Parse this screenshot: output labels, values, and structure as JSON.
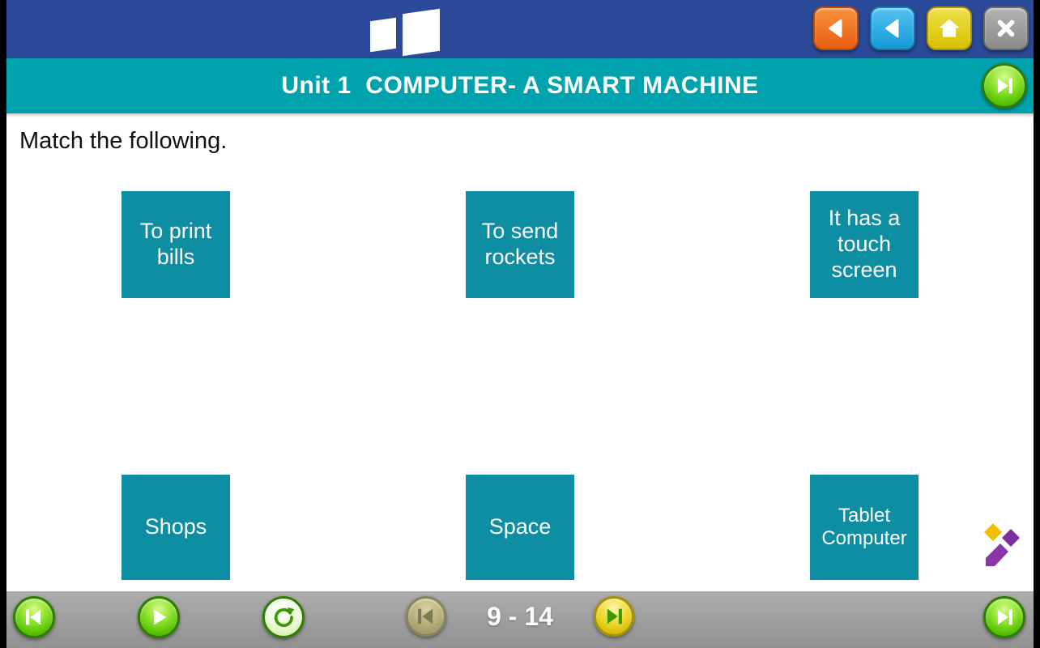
{
  "header": {
    "title": "Unit 1  COMPUTER- A SMART MACHINE"
  },
  "content": {
    "instruction": "Match the following.",
    "top_cards": [
      "To print bills",
      "To send rockets",
      "It has a touch screen"
    ],
    "bottom_cards": [
      "Shops",
      "Space",
      "Tablet Computer"
    ]
  },
  "footer": {
    "page_indicator": "9 - 14"
  },
  "icons": {
    "window_controls": [
      "left-arrow-icon",
      "left-arrow-icon",
      "home-icon",
      "close-icon"
    ],
    "header_button": "skip-next-icon",
    "footer_buttons": [
      "skip-previous-icon",
      "play-icon",
      "replay-icon",
      "skip-previous-icon",
      "skip-next-icon",
      "skip-next-icon"
    ],
    "brand": "pencil-logo"
  },
  "colors": {
    "topbar_blue": "#2b4a99",
    "header_teal": "#00a2ad",
    "card_teal": "#0d8ea3",
    "footer_gray": "#9c9c9c",
    "button_green": "#51bc00",
    "button_yellow": "#e8c400",
    "button_orange": "#f26a21",
    "button_blue": "#29a3e0",
    "button_gray": "#9a9a9a"
  }
}
